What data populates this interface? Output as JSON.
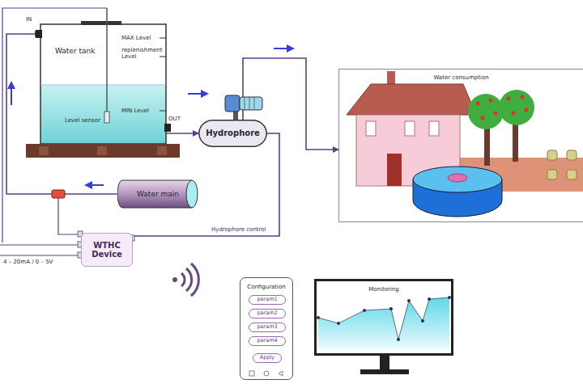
{
  "diagram": {
    "nodes": [
      {
        "text": [
          "Water tank"
        ]
      },
      {
        "text": [
          "Hydrophore"
        ]
      },
      {
        "text": [
          "Water consumption"
        ]
      },
      {
        "text": [
          "Water main"
        ]
      },
      {
        "text": [
          "WTHC Device"
        ]
      },
      {
        "text": [
          "Configuration"
        ]
      },
      {
        "text": [
          "param1"
        ],
        "in": 5
      },
      {
        "text": [
          "param2"
        ],
        "in": 5
      },
      {
        "text": [
          "param3"
        ],
        "in": 5
      },
      {
        "text": [
          "param4"
        ],
        "in": 5
      },
      {
        "text": [
          "Apply"
        ],
        "in": 5
      },
      {
        "text": [
          "Monitoring"
        ]
      }
    ],
    "edges": [
      {
        "from": 3,
        "to": 0,
        "arrow": "to"
      },
      {
        "from": 0,
        "to": 1,
        "arrow": "to"
      },
      {
        "from": 1,
        "to": 2,
        "arrow": "to"
      },
      {
        "from": 4,
        "to": 1,
        "label": "Hydrophore control",
        "arrow": "none"
      }
    ],
    "labels": [
      "IN",
      "MAX Level",
      "replenishment Level",
      "MIN Level",
      "Level sensor",
      "OUT",
      "4 – 20mA / 0 – 5V"
    ]
  }
}
